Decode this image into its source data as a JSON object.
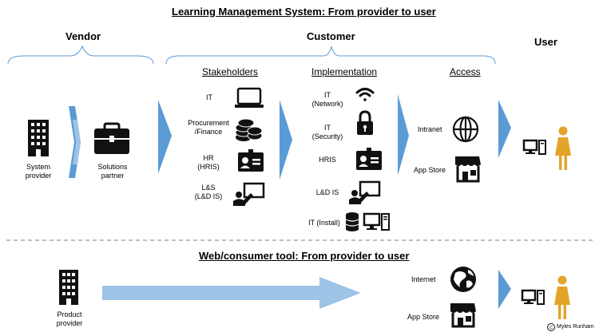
{
  "title": "Learning Management System: From provider to user",
  "headers": {
    "vendor": "Vendor",
    "customer": "Customer",
    "user": "User"
  },
  "columns": {
    "stakeholders": "Stakeholders",
    "implementation": "Implementation",
    "access": "Access"
  },
  "vendor": {
    "system_provider": [
      "System",
      "provider"
    ],
    "solutions_partner": [
      "Solutions",
      "partner"
    ]
  },
  "stakeholders": {
    "it": "IT",
    "procurement": [
      "Procurement",
      "/Finance"
    ],
    "hr": [
      "HR",
      "(HRIS)"
    ],
    "ld": [
      "L&S",
      "(L&D IS)"
    ]
  },
  "implementation": {
    "network": [
      "IT",
      "(Network)"
    ],
    "security": [
      "IT",
      "(Security)"
    ],
    "hris": "HRIS",
    "ldis": "L&D IS",
    "install": "IT (Install)"
  },
  "access": {
    "intranet": "Intranet",
    "app_store": "App Store"
  },
  "web": {
    "title": "Web/consumer tool: From provider to user",
    "product_provider": [
      "Product",
      "provider"
    ],
    "internet": "Internet",
    "app_store": "App Store"
  },
  "copyright": "Myles Runham",
  "colors": {
    "arrow": "#5b9bd5",
    "arrow_light": "#9dc3e6",
    "bracket": "#5b9bd5",
    "divider": "#7f7f7f"
  }
}
